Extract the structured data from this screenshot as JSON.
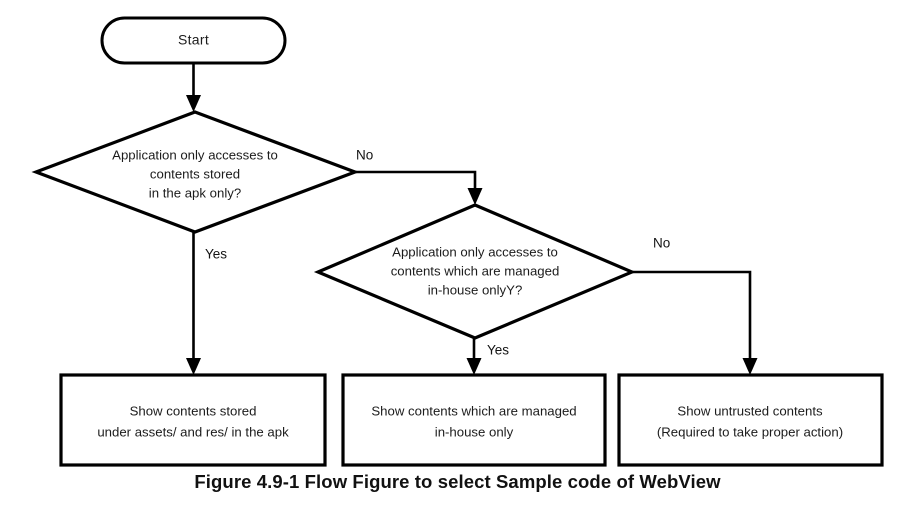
{
  "figure": {
    "caption": "Figure 4.9-1 Flow Figure to select Sample code of WebView",
    "background_color": "#ffffff",
    "line_color": "#000000",
    "text_color": "#1c1c1c"
  },
  "nodes": {
    "start": {
      "label": "Start",
      "shape": "rounded-rectangle"
    },
    "decision_1": {
      "shape": "diamond",
      "lines": [
        "Application only accesses to",
        "contents stored",
        "in the apk only?"
      ]
    },
    "decision_2": {
      "shape": "diamond",
      "lines": [
        "Application only accesses to",
        "contents which are  managed",
        "in-house onlyY?"
      ]
    },
    "result_1": {
      "shape": "rectangle",
      "lines": [
        "Show contents stored",
        "under assets/ and res/ in the apk"
      ]
    },
    "result_2": {
      "shape": "rectangle",
      "lines": [
        "Show contents which are managed",
        "in-house only"
      ]
    },
    "result_3": {
      "shape": "rectangle",
      "lines": [
        "Show untrusted contents",
        "(Required to take proper action)"
      ]
    }
  },
  "edges": {
    "start_to_decision_1": {
      "label": ""
    },
    "decision_1_no": {
      "label": "No"
    },
    "decision_1_yes": {
      "label": "Yes"
    },
    "decision_2_no": {
      "label": "No"
    },
    "decision_2_yes": {
      "label": "Yes"
    }
  }
}
